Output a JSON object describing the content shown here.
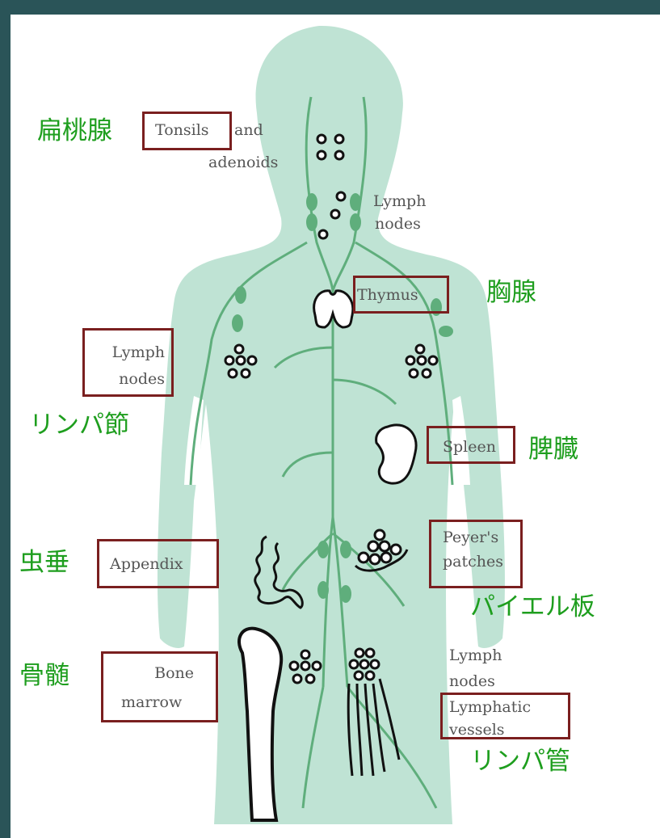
{
  "labels_en": {
    "tonsils": "Tonsils",
    "tonsils_and": "and",
    "adenoids": "adenoids",
    "lymph_nodes_top_1": "Lymph",
    "lymph_nodes_top_2": "nodes",
    "thymus": "Thymus",
    "lymph_nodes_left_1": "Lymph",
    "lymph_nodes_left_2": "nodes",
    "spleen": "Spleen",
    "appendix": "Appendix",
    "peyers_1": "Peyer's",
    "peyers_2": "patches",
    "bone_1": "Bone",
    "bone_2": "marrow",
    "lymph_nodes_bottom_1": "Lymph",
    "lymph_nodes_bottom_2": "nodes",
    "lymphatic_1": "Lymphatic",
    "lymphatic_2": "vessels"
  },
  "labels_jp": {
    "tonsils": "扁桃腺",
    "thymus": "胸腺",
    "lymph_nodes": "リンパ節",
    "spleen": "脾臓",
    "appendix": "虫垂",
    "peyers": "パイエル板",
    "bone_marrow": "骨髄",
    "lymphatic_vessels": "リンパ管"
  },
  "colors": {
    "body_fill": "#bfe3d4",
    "vessel": "#5fae7c",
    "box_border": "#7a1f1f",
    "jp_text": "#1e9e1e",
    "frame": "#2a5458"
  }
}
